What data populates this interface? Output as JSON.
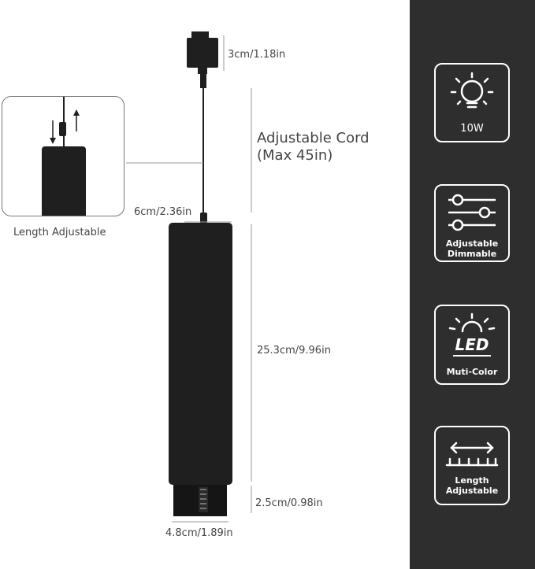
{
  "dimensions": {
    "connector_height": "3cm/1.18in",
    "cord_title_line1": "Adjustable Cord",
    "cord_title_line2": "(Max 45in)",
    "canopy_width": "6cm/2.36in",
    "body_height": "25.3cm/9.96in",
    "extension_height": "2.5cm/0.98in",
    "body_diameter": "4.8cm/1.89in"
  },
  "inset": {
    "caption": "Length Adjustable"
  },
  "features": [
    {
      "icon": "light-bulb-icon",
      "label": "10W"
    },
    {
      "icon": "sliders-icon",
      "label_line1": "Adjustable",
      "label_line2": "Dimmable"
    },
    {
      "icon": "led-icon",
      "icon_text": "LED",
      "label": "Muti-Color"
    },
    {
      "icon": "length-arrow-icon",
      "label_line1": "Length",
      "label_line2": "Adjustable"
    }
  ],
  "colors": {
    "panel": "#2e2e2e",
    "fixture": "#1f1f1f",
    "badge_stroke": "#ffffff"
  }
}
